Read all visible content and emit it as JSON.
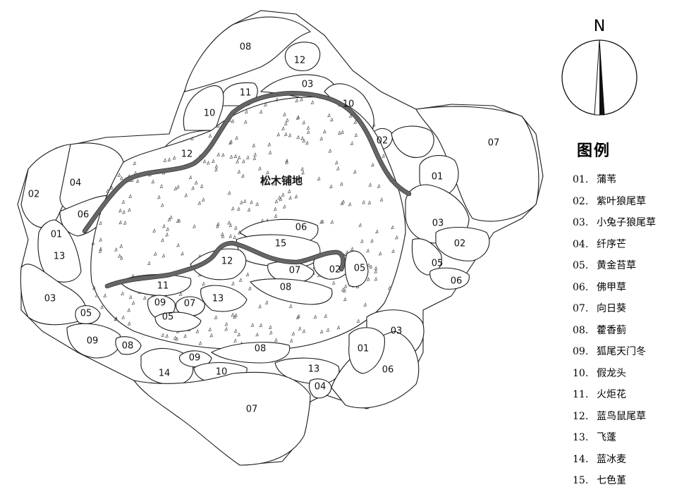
{
  "compass": {
    "label": "N",
    "icon": "north-arrow-icon"
  },
  "center_label": "松木铺地",
  "legend": {
    "title": "图例",
    "items": [
      {
        "num": "01.",
        "name": "蒲苇"
      },
      {
        "num": "02.",
        "name": "紫叶狼尾草"
      },
      {
        "num": "03.",
        "name": "小兔子狼尾草"
      },
      {
        "num": "04.",
        "name": "纤序芒"
      },
      {
        "num": "05.",
        "name": "黄金苔草"
      },
      {
        "num": "06.",
        "name": "佛甲草"
      },
      {
        "num": "07.",
        "name": "向日葵"
      },
      {
        "num": "08.",
        "name": "藿香蓟"
      },
      {
        "num": "09.",
        "name": "狐尾天门冬"
      },
      {
        "num": "10.",
        "name": "假龙头"
      },
      {
        "num": "11.",
        "name": "火炬花"
      },
      {
        "num": "12.",
        "name": "蓝鸟鼠尾草"
      },
      {
        "num": "13.",
        "name": "飞蓬"
      },
      {
        "num": "14.",
        "name": "蓝冰麦"
      },
      {
        "num": "15.",
        "name": "七色堇"
      }
    ]
  },
  "bed_labels": {
    "b08_top": "08",
    "b12_top": "12",
    "b11_top": "11",
    "b03_top": "03",
    "b10_left": "10",
    "b10_right": "10",
    "b02_mid": "02",
    "b07_east": "07",
    "b01_east": "01",
    "b12_mid": "12",
    "b04_west": "04",
    "b02_west": "02",
    "b06_west": "06",
    "b01_west": "01",
    "b13_west": "13",
    "b03_west": "03",
    "b03_east": "03",
    "b02_east": "02",
    "b05_east": "05",
    "b06_east": "06",
    "b06_in": "06",
    "b15_in": "15",
    "b12_in": "12",
    "b07_in": "07",
    "b02_in": "02",
    "b05_in": "05",
    "b08_in": "08",
    "b11_in": "11",
    "b09_in": "09",
    "b07_in2": "07",
    "b13_in": "13",
    "b05_in2": "05",
    "b05_sw": "05",
    "b09_sw": "09",
    "b08_sw": "08",
    "b14_s": "14",
    "b09_s": "09",
    "b10_s": "10",
    "b08_s": "08",
    "b13_s": "13",
    "b04_s": "04",
    "b01_se": "01",
    "b03_se": "03",
    "b06_se": "06",
    "b07_s": "07"
  }
}
